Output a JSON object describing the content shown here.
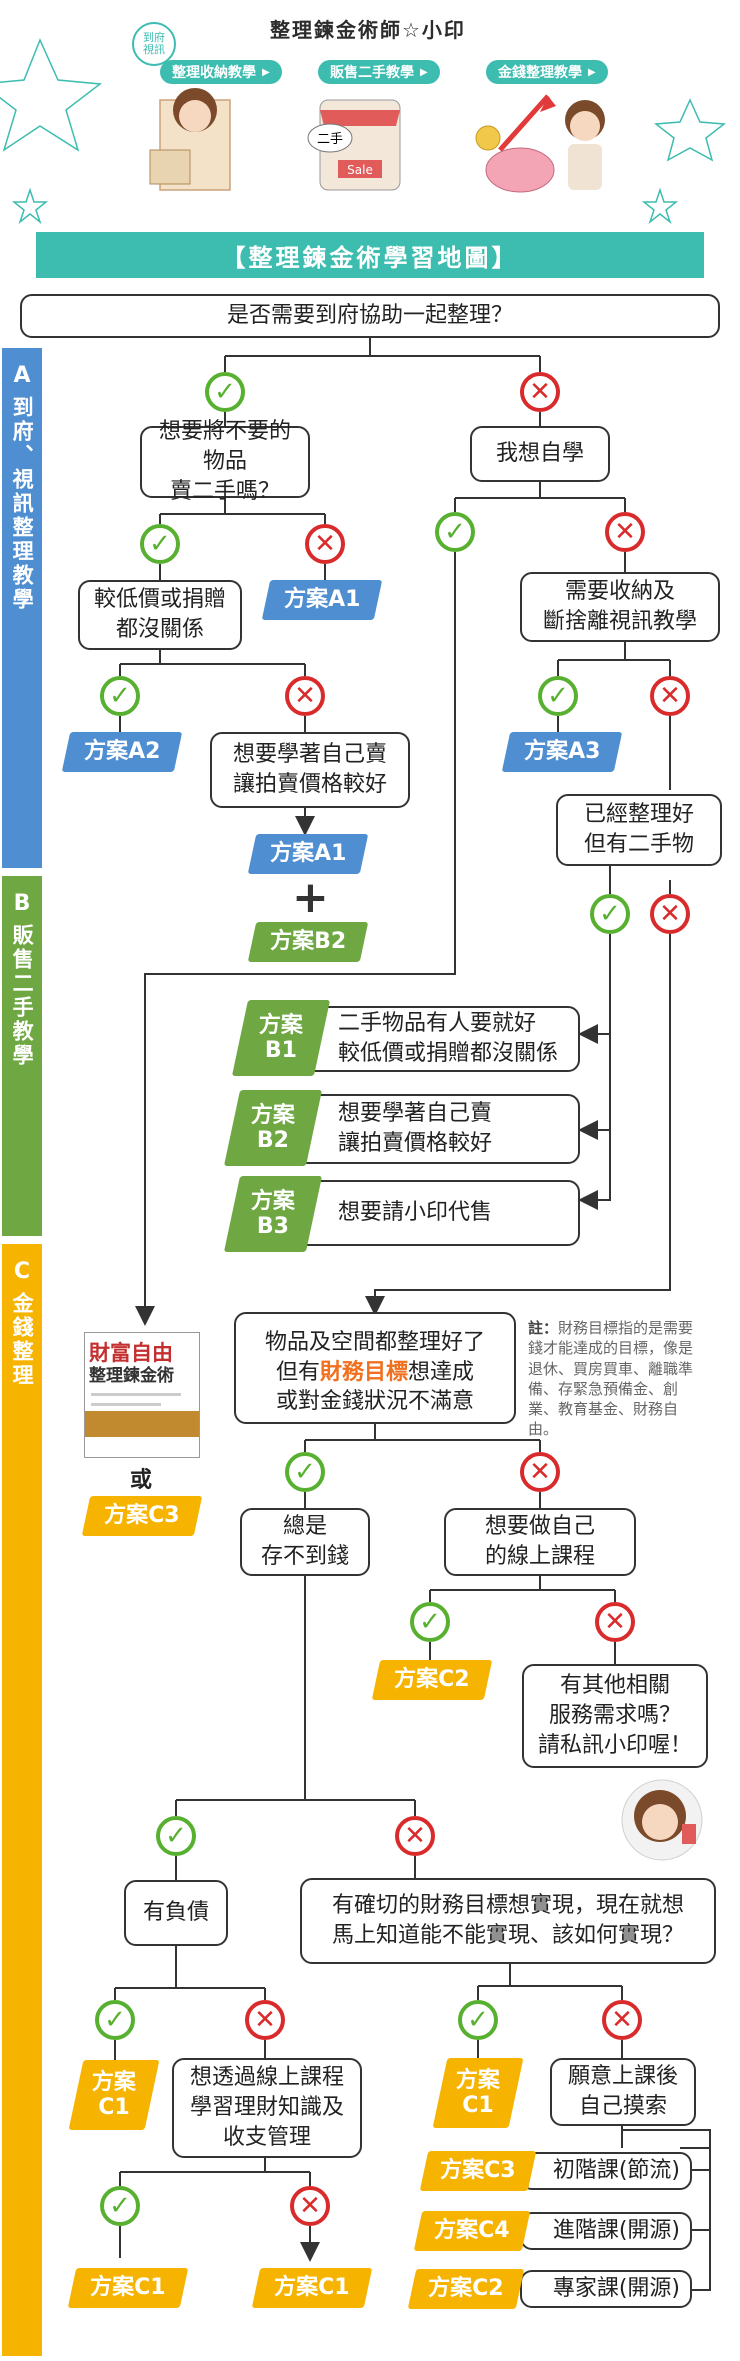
{
  "header": {
    "title": "整理鍊金術師☆小印",
    "badge": "到府\n視訊",
    "tabs": [
      "整理收納教學",
      "販售二手教學",
      "金錢整理教學"
    ],
    "sale_sign": "Sale",
    "secondhand_sign": "二手"
  },
  "map_title": "【整理鍊金術學習地圖】",
  "sections": [
    {
      "letter": "A",
      "label": "到府、視訊整理教學",
      "color": "#4f8ed1"
    },
    {
      "letter": "B",
      "label": "販售二手教學",
      "color": "#6fa843"
    },
    {
      "letter": "C",
      "label": "金錢整理",
      "color": "#f6b400"
    }
  ],
  "nodes": {
    "q_start": "是否需要到府協助一起整理？",
    "q_sell": "想要將不要的物品\n賣二手嗎？",
    "self_learn": "我想自學",
    "q_low_price": "較低價或捐贈\n都沒關係",
    "q_teach_sort": "需要收納及\n斷捨離視訊教學",
    "q_sell_self": "想要學著自己賣\n讓拍賣價格較好",
    "q_sorted": "已經整理好\n但有二手物",
    "b1_text": "二手物品有人要就好\n較低價或捐贈都沒關係",
    "b2_text": "想要學著自己賣\n讓拍賣價格較好",
    "b3_text": "想要請小印代售",
    "q_money_pre": "物品及空間都整理好了\n但有",
    "q_money_highlight": "財務目標",
    "q_money_post": "想達成\n或對金錢狀況不滿意",
    "q_cant_save": "總是\n存不到錢",
    "q_course": "想要做自己\n的線上課程",
    "other_service": "有其他相關\n服務需求嗎？\n請私訊小印喔！",
    "has_debt": "有負債",
    "goal": "有確切的財務目標想實現，現在就想\n馬上知道能不能實現、該如何實現？",
    "learn_finance": "想透過線上課程\n學習理財知識及\n收支管理",
    "self_explore": "願意上課後\n自己摸索",
    "course_basic": "初階課(節流)",
    "course_advanced": "進階課(開源)",
    "course_expert": "專家課(開源)"
  },
  "plans": {
    "A1": "方案A1",
    "A2": "方案A2",
    "A3": "方案A3",
    "B2": "方案B2",
    "B1_split": "方案\nB1",
    "B2_split": "方案\nB2",
    "B3_split": "方案\nB3",
    "C1": "方案C1",
    "C1_split": "方案\nC1",
    "C2": "方案C2",
    "C3": "方案C3",
    "C4": "方案C4"
  },
  "note": {
    "label": "註：",
    "text": "財務目標指的是需要錢才能達成的目標，像是退休、買房買車、離職準備、存緊急預備金、創業、教育基金、財務自由。"
  },
  "book": {
    "title_a": "財富自由",
    "title_b": "整理鍊金術"
  },
  "or_text": "或",
  "plus_text": "+",
  "colors": {
    "teal": "#3dbcb0",
    "blue": "#4f8ed1",
    "green": "#6fa843",
    "yellow": "#f6b400",
    "tick": "#58b030",
    "cross": "#d92b2b",
    "accent": "#f07020"
  }
}
